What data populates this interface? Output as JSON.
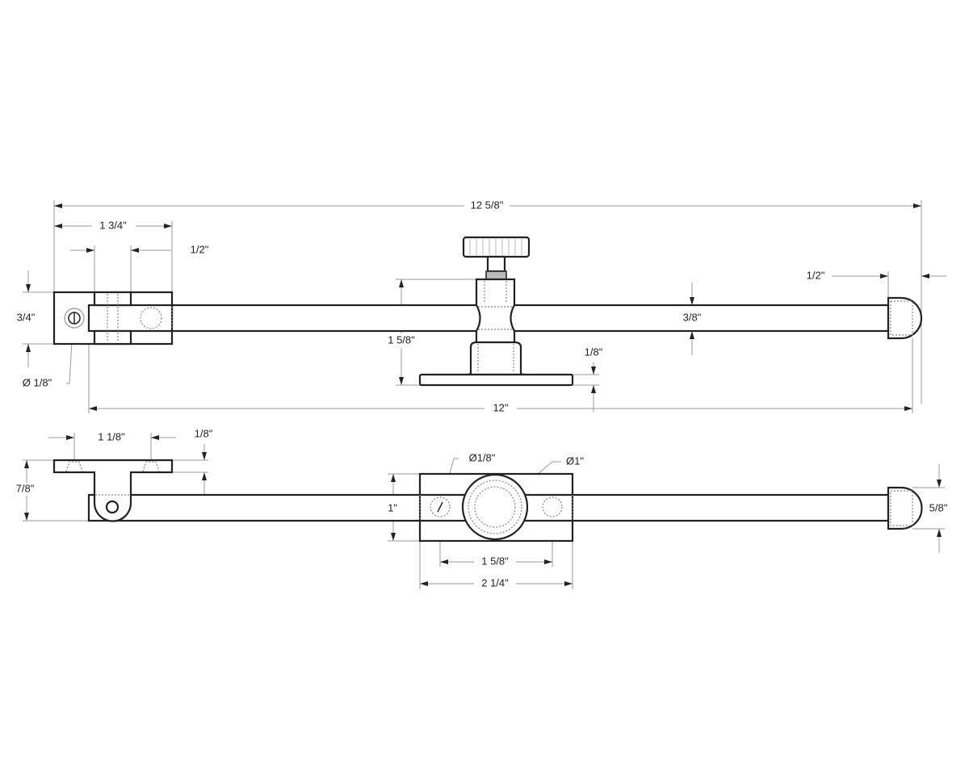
{
  "drawing": {
    "top_view": {
      "overall_length": "12 5/8\"",
      "bracket_length": "1 3/4\"",
      "clevis_width": "1/2\"",
      "bracket_height": "3/4\"",
      "screw_diameter": "Ø 1/8\"",
      "post_height": "1 5/8\"",
      "rod_diameter": "3/8\"",
      "flange_thickness": "1/8\"",
      "end_cap_length": "1/2\"",
      "rod_length": "12\""
    },
    "bottom_view": {
      "hole_spacing": "1 1/8\"",
      "plate_thickness": "1/8\"",
      "bracket_height": "7/8\"",
      "hole_diameter": "Ø1/8\"",
      "collar_diameter": "Ø1\"",
      "block_height": "1\"",
      "block_hole_spacing": "1 5/8\"",
      "block_length": "2 1/4\"",
      "end_cap_diameter": "5/8\""
    }
  }
}
